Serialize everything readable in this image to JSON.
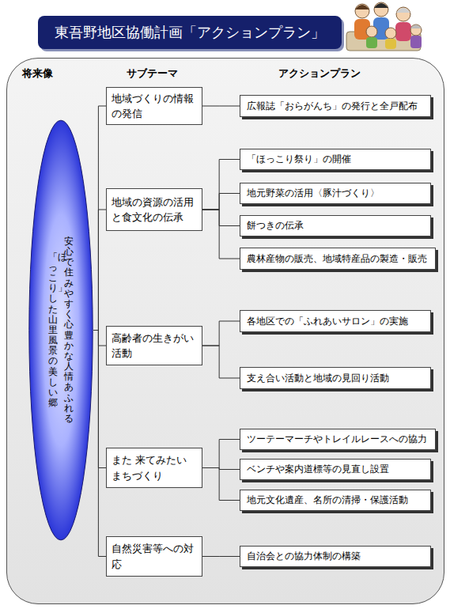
{
  "diagram": {
    "title": "東吾野地区協働計画「アクションプラン」",
    "nodes": [
      {
        "text": [
          "安心で住みやすく 心豊かな人情あふれる",
          "「ほっこり」した 山里風景の美しい郷"
        ]
      },
      {
        "text": [
          "地域づくりの情報の発信"
        ]
      },
      {
        "text": [
          "広報誌「おらがんち」の発行と全戸配布"
        ]
      },
      {
        "text": [
          "地域の資源の活用と食文化の伝承"
        ]
      },
      {
        "text": [
          "「ほっこり祭り」の開催"
        ]
      },
      {
        "text": [
          "地元野菜の活用〈豚汁づくり〉"
        ]
      },
      {
        "text": [
          "餅つきの伝承"
        ]
      },
      {
        "text": [
          "農林産物の販売、地域特産品の製造・販売"
        ]
      },
      {
        "text": [
          "高齢者の生きがい活動"
        ]
      },
      {
        "text": [
          "各地区での「ふれあいサロン」の実施"
        ]
      },
      {
        "text": [
          "支え合い活動と地域の見回り活動"
        ]
      },
      {
        "text": [
          "また 来てみたい まちづくり"
        ]
      },
      {
        "text": [
          "ツーテーマーチやトレイルレースへの協力"
        ]
      },
      {
        "text": [
          "ベンチや案内道標等の見直し設置"
        ]
      },
      {
        "text": [
          "地元文化遺産、名所の清掃・保護活動"
        ]
      },
      {
        "text": [
          "自然災害等への対応"
        ]
      },
      {
        "text": [
          "自治会との協力体制の構築"
        ]
      }
    ],
    "edges": [
      {
        "from": 0,
        "to": 1,
        "arrow": "none"
      },
      {
        "from": 0,
        "to": 3,
        "arrow": "none"
      },
      {
        "from": 0,
        "to": 8,
        "arrow": "none"
      },
      {
        "from": 0,
        "to": 11,
        "arrow": "none"
      },
      {
        "from": 0,
        "to": 15,
        "arrow": "none"
      },
      {
        "from": 1,
        "to": 2,
        "arrow": "none"
      },
      {
        "from": 3,
        "to": 4,
        "arrow": "none"
      },
      {
        "from": 3,
        "to": 5,
        "arrow": "none"
      },
      {
        "from": 3,
        "to": 6,
        "arrow": "none"
      },
      {
        "from": 3,
        "to": 7,
        "arrow": "none"
      },
      {
        "from": 8,
        "to": 9,
        "arrow": "none"
      },
      {
        "from": 8,
        "to": 10,
        "arrow": "none"
      },
      {
        "from": 11,
        "to": 12,
        "arrow": "none"
      },
      {
        "from": 11,
        "to": 13,
        "arrow": "none"
      },
      {
        "from": 11,
        "to": 14,
        "arrow": "none"
      },
      {
        "from": 15,
        "to": 16,
        "arrow": "none"
      }
    ],
    "labels": [
      "将来像",
      "サブテーマ",
      "アクションプラン"
    ]
  }
}
